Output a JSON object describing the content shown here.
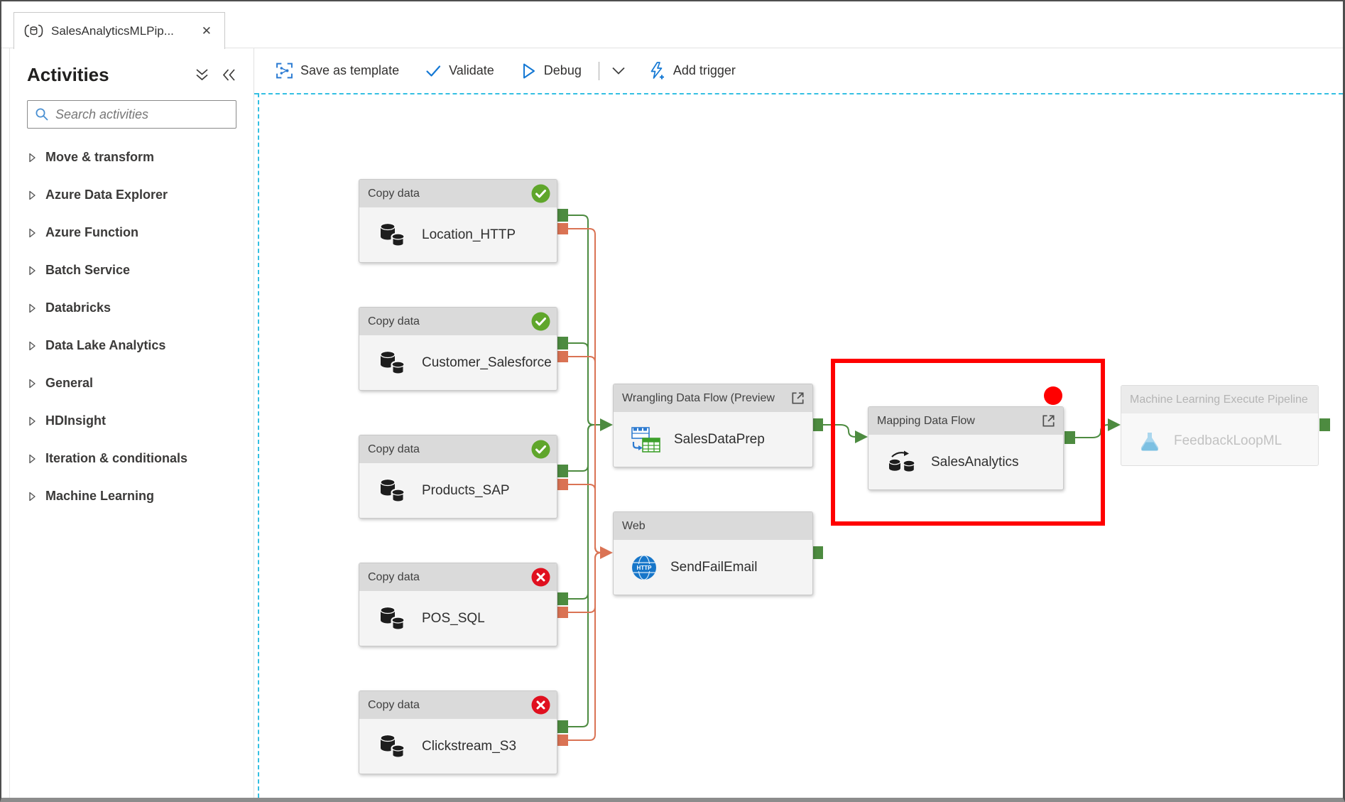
{
  "tab": {
    "title": "SalesAnalyticsMLPip...",
    "close_glyph": "✕"
  },
  "sidebar": {
    "title": "Activities",
    "search_placeholder": "Search activities",
    "items": [
      {
        "label": "Move & transform"
      },
      {
        "label": "Azure Data Explorer"
      },
      {
        "label": "Azure Function"
      },
      {
        "label": "Batch Service"
      },
      {
        "label": "Databricks"
      },
      {
        "label": "Data Lake Analytics"
      },
      {
        "label": "General"
      },
      {
        "label": "HDInsight"
      },
      {
        "label": "Iteration & conditionals"
      },
      {
        "label": "Machine Learning"
      }
    ]
  },
  "toolbar": {
    "save_as_template": "Save as template",
    "validate": "Validate",
    "debug": "Debug",
    "add_trigger": "Add trigger"
  },
  "canvas": {
    "nodes": {
      "copy": [
        {
          "type": "Copy data",
          "name": "Location_HTTP",
          "status": "success"
        },
        {
          "type": "Copy data",
          "name": "Customer_Salesforce",
          "status": "success"
        },
        {
          "type": "Copy data",
          "name": "Products_SAP",
          "status": "success"
        },
        {
          "type": "Copy data",
          "name": "POS_SQL",
          "status": "failed"
        },
        {
          "type": "Copy data",
          "name": "Clickstream_S3",
          "status": "failed"
        }
      ],
      "wrangling": {
        "type": "Wrangling Data Flow (Preview",
        "name": "SalesDataPrep"
      },
      "web": {
        "type": "Web",
        "name": "SendFailEmail",
        "icon_text": "HTTP"
      },
      "mapping": {
        "type": "Mapping Data Flow",
        "name": "SalesAnalytics",
        "highlighted": true
      },
      "ml": {
        "type": "Machine Learning Execute Pipeline",
        "name": "FeedbackLoopML",
        "disabled": true
      }
    }
  },
  "colors": {
    "accent_blue": "#1478D4",
    "success_green": "#5FA62B",
    "error_red": "#E0101F",
    "connector_green": "#4D8B40",
    "connector_orange": "#DA7354",
    "highlight_red": "#FF0000",
    "canvas_dash": "#34BFE2"
  }
}
